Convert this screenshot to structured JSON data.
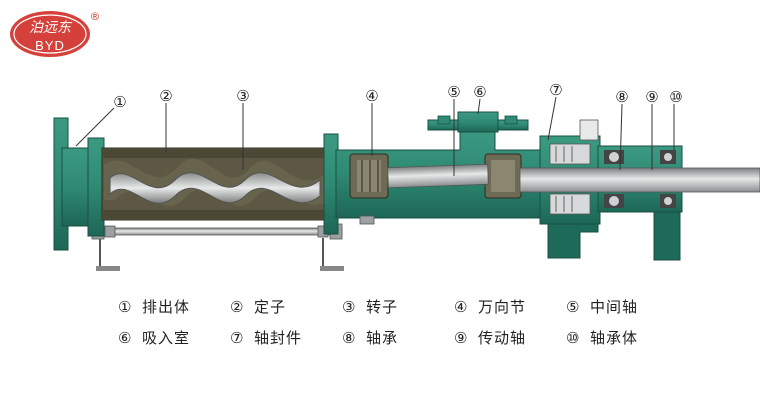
{
  "logo": {
    "cn_text": "泊远东",
    "en_text": "BYD",
    "registered": "®"
  },
  "callouts": [
    "①",
    "②",
    "③",
    "④",
    "⑤",
    "⑥",
    "⑦",
    "⑧",
    "⑨",
    "⑩"
  ],
  "legend": [
    {
      "num": "①",
      "label": "排出体"
    },
    {
      "num": "②",
      "label": "定子"
    },
    {
      "num": "③",
      "label": "转子"
    },
    {
      "num": "④",
      "label": "万向节"
    },
    {
      "num": "⑤",
      "label": "中间轴"
    },
    {
      "num": "⑥",
      "label": "吸入室"
    },
    {
      "num": "⑦",
      "label": "轴封件"
    },
    {
      "num": "⑧",
      "label": "轴承"
    },
    {
      "num": "⑨",
      "label": "传动轴"
    },
    {
      "num": "⑩",
      "label": "轴承体"
    }
  ],
  "colors": {
    "casing": "#2f8a74",
    "casing_dark": "#1e6a58",
    "stator": "#5c5843",
    "metal": "#b9bcbd",
    "logo_red": "#d5403a"
  }
}
